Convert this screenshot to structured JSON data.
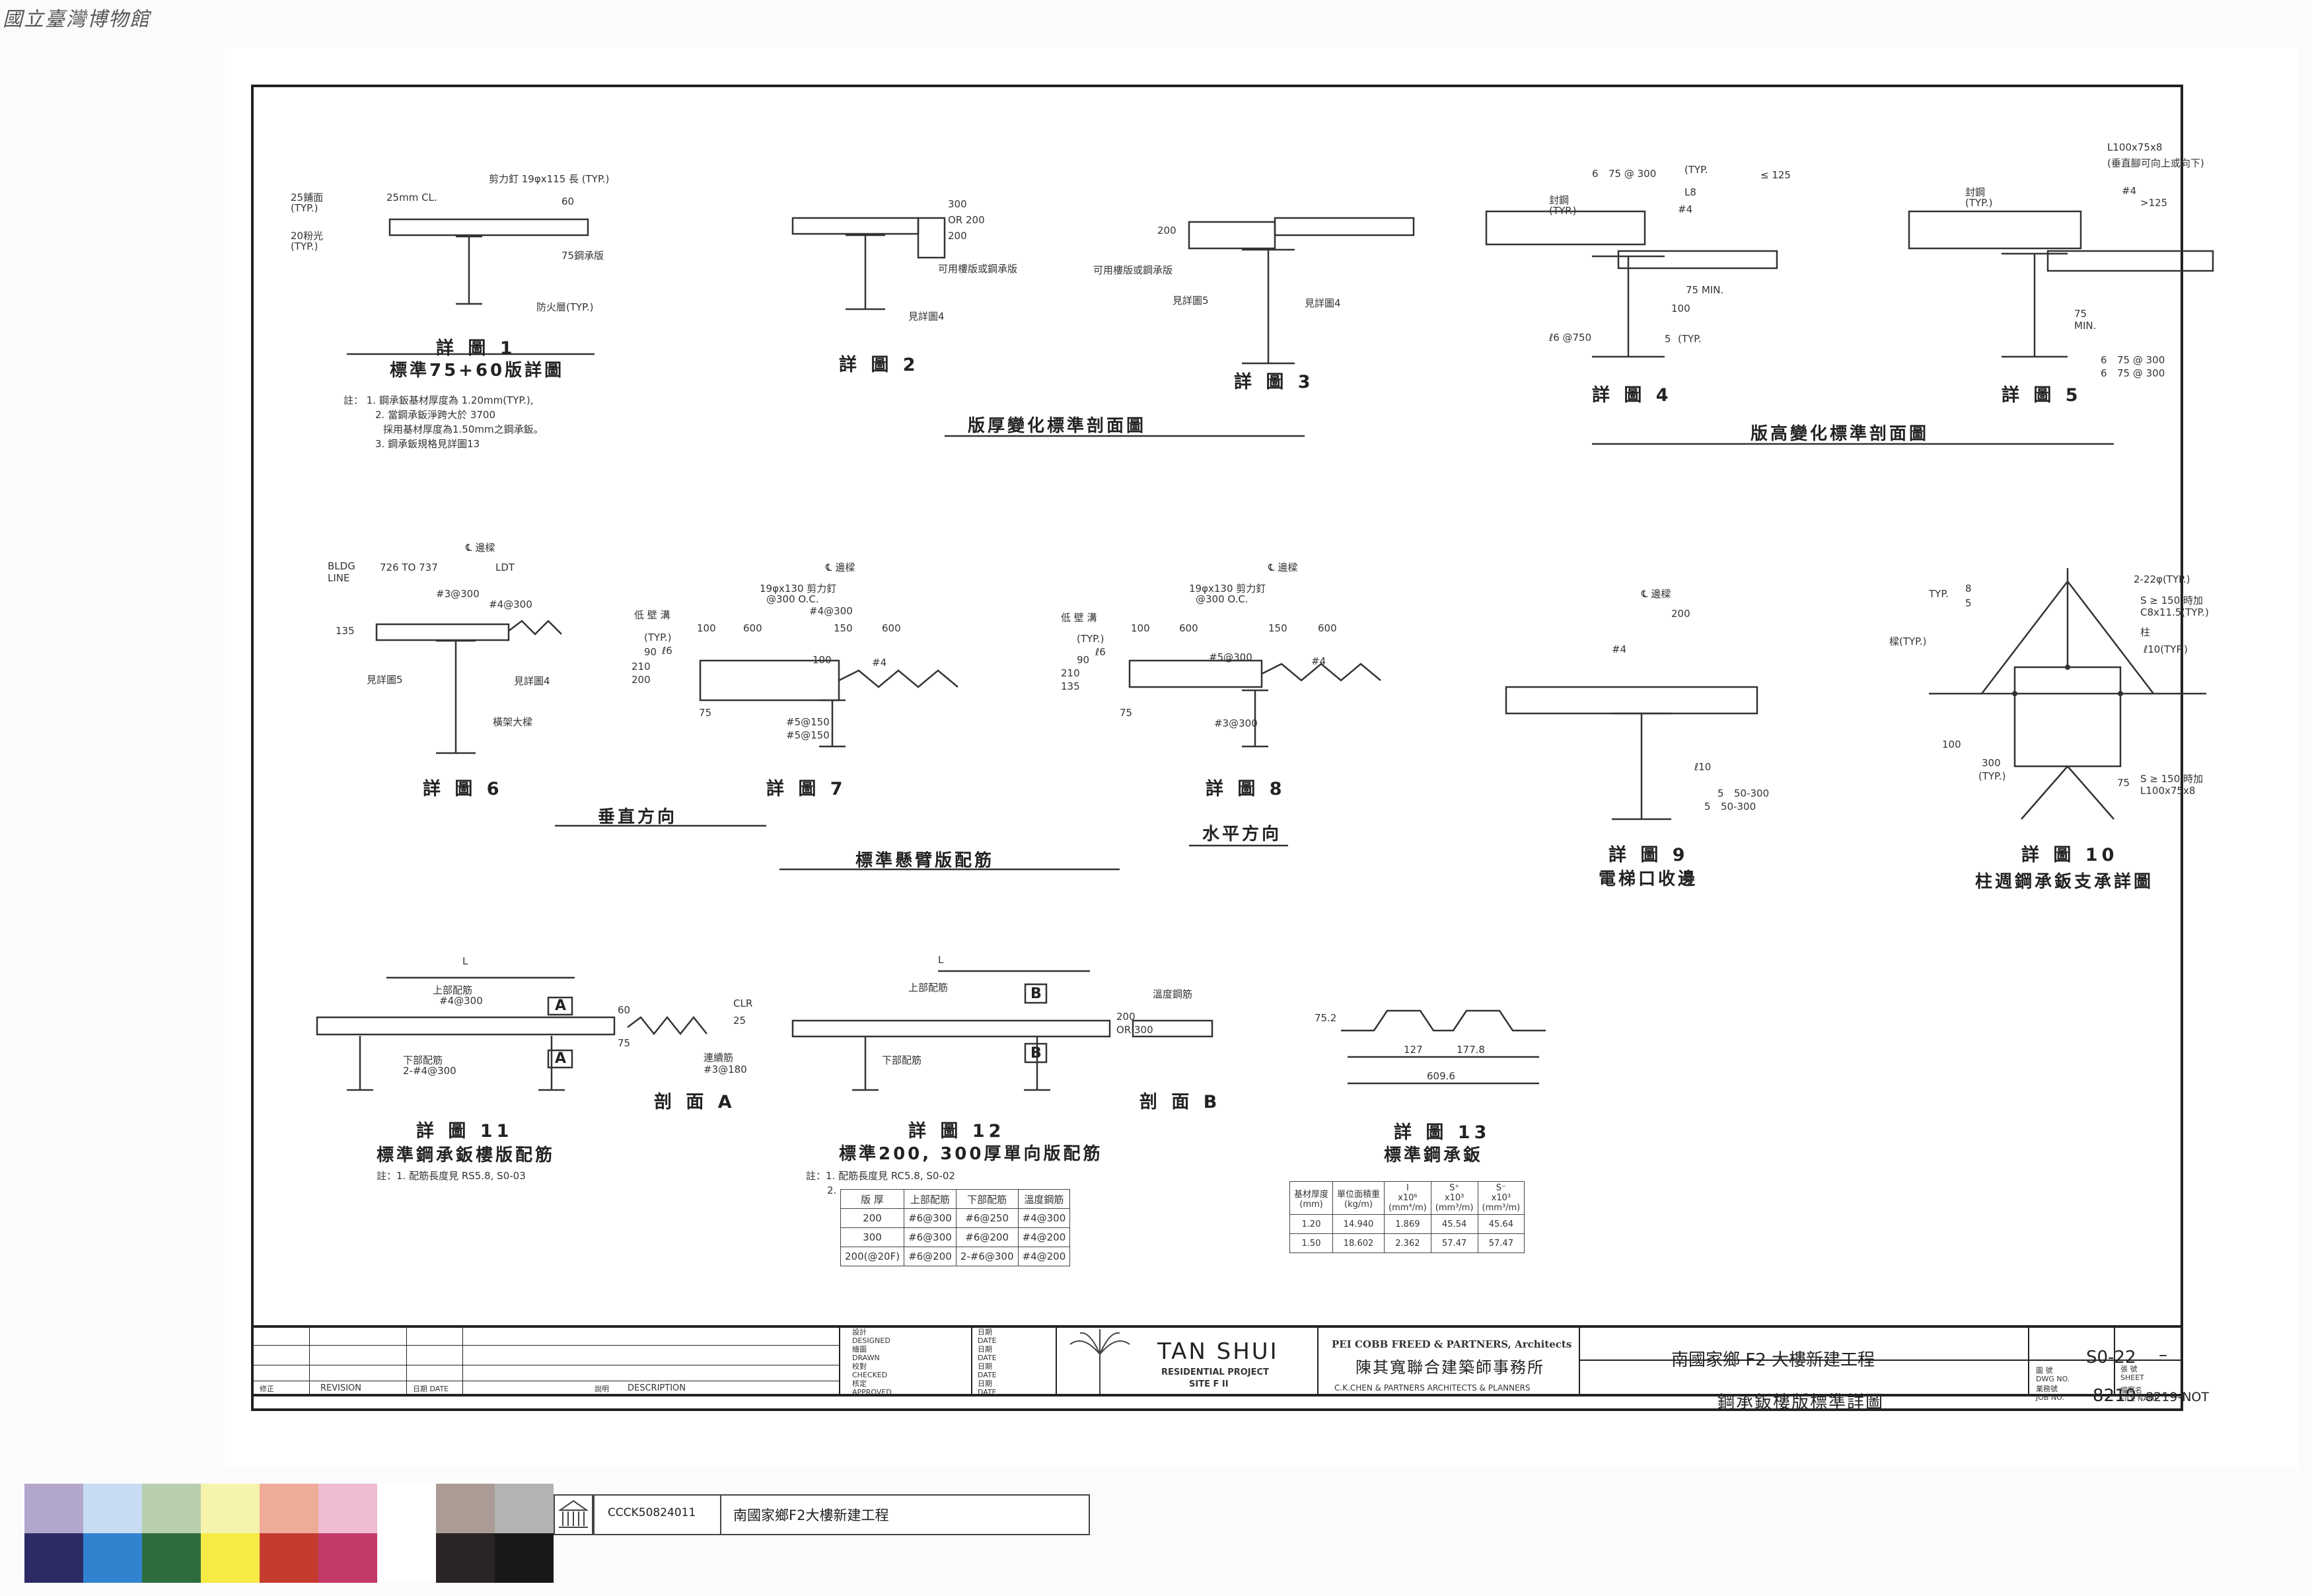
{
  "watermark": "國立臺灣博物館",
  "details": {
    "d1": {
      "cap": "詳 圖 1",
      "sub": "標準75+60版詳圖",
      "labels": [
        "25鋪面",
        "(TYP.)",
        "25mm CL.",
        "剪力釘 19φx115 長 (TYP.)",
        "60",
        "20粉光",
        "(TYP.)",
        "75鋼承版",
        "防火層(TYP.)"
      ]
    },
    "d2": {
      "cap": "詳 圖 2",
      "labels": [
        "300",
        "OR 200",
        "200",
        "可用樓版或鋼承版",
        "見詳圖4"
      ]
    },
    "d3": {
      "cap": "詳 圖 3",
      "labels": [
        "200",
        "可用樓版或鋼承版",
        "見詳圖5",
        "見詳圖4"
      ]
    },
    "d4": {
      "cap": "詳 圖 4",
      "labels": [
        "6",
        "75 @ 300",
        "(TYP.",
        "≤ 125",
        "封鋼",
        "(TYP.)",
        "L8",
        "#4",
        "75 MIN.",
        "100",
        "ℓ6 @750",
        "5",
        "(TYP."
      ]
    },
    "d5": {
      "cap": "詳 圖 5",
      "labels": [
        "L100x75x8",
        "(垂直腳可向上或向下)",
        "封鋼",
        "(TYP.)",
        "#4",
        ">125",
        "75",
        "MIN.",
        "6",
        "75 @ 300",
        "6",
        "75 @ 300"
      ]
    },
    "d6": {
      "cap": "詳 圖 6",
      "labels": [
        "BLDG",
        "LINE",
        "726 TO 737",
        "LDT",
        "℄ 邊樑",
        "#3@300",
        "#4@300",
        "135",
        "見詳圖5",
        "見詳圖4",
        "橫架大樑"
      ]
    },
    "d7": {
      "cap": "詳 圖 7",
      "labels": [
        "℄ 邊樑",
        "19φx130 剪力釘",
        "@300 O.C.",
        "#4@300",
        "100",
        "600",
        "150",
        "600",
        "200",
        "210",
        "90",
        "低 壁 溝",
        "(TYP.)",
        "ℓ6",
        "#4",
        "#5@150",
        "#5@150",
        "100",
        "75"
      ]
    },
    "d8": {
      "cap": "詳 圖 8",
      "labels": [
        "℄ 邊樑",
        "19φx130 剪力釘",
        "@300 O.C.",
        "100",
        "600",
        "150",
        "600",
        "#5@300",
        "#4",
        "ℓ6",
        "135",
        "210",
        "90",
        "低 壁 溝",
        "(TYP.)",
        "#3@300",
        "75"
      ]
    },
    "d9": {
      "cap": "詳 圖 9",
      "sub": "電梯口收邊",
      "labels": [
        "℄ 邊樑",
        "200",
        "#4",
        "ℓ10",
        "5",
        "50-300",
        "5",
        "50-300"
      ]
    },
    "d10": {
      "cap": "詳 圖 10",
      "sub": "柱週鋼承鈑支承詳圖",
      "labels": [
        "TYP.",
        "8",
        "5",
        "2-22φ(TYP.)",
        "S ≥ 150 時加",
        "C8x11.5(TYP.)",
        "柱",
        "ℓ10(TYP.)",
        "樑(TYP.)",
        "100",
        "300",
        "(TYP.)",
        "75",
        "S ≥ 150 時加",
        "L100x75x8"
      ]
    },
    "d11": {
      "cap": "詳 圖 11",
      "sub": "標準鋼承鈑樓版配筋",
      "labels": [
        "L",
        "上部配筋",
        "#4@300",
        "A",
        "下部配筋",
        "2-#4@300",
        "A",
        "75",
        "60"
      ]
    },
    "secA": {
      "cap": "剖 面 A",
      "labels": [
        "CLR",
        "25",
        "連續筋",
        "#3@180"
      ]
    },
    "d12": {
      "cap": "詳 圖 12",
      "sub": "標準200, 300厚單向版配筋",
      "labels": [
        "L",
        "上部配筋",
        "B",
        "下部配筋",
        "B"
      ]
    },
    "secB": {
      "cap": "剖 面 B",
      "labels": [
        "溫度鋼筋",
        "200",
        "OR 300"
      ]
    },
    "d13": {
      "cap": "詳 圖 13",
      "sub": "標準鋼承鈑",
      "labels": [
        "75.2",
        "127",
        "177.8",
        "609.6"
      ]
    }
  },
  "group_titles": {
    "slab_thickness": "版厚變化標準剖面圖",
    "slab_height": "版高變化標準剖面圖",
    "vertical": "垂直方向",
    "horizontal": "水平方向",
    "cantilever": "標準懸臂版配筋"
  },
  "notes": {
    "d1": [
      "註： 1. 鋼承鈑基材厚度為 1.20mm(TYP.),",
      "2. 當鋼承鈑淨跨大於 3700",
      "採用基材厚度為1.50mm之鋼承鈑。",
      "3. 鋼承鈑規格見詳圖13"
    ],
    "d11": [
      "註：1. 配筋長度見 RS5.8, S0-03"
    ],
    "d12": [
      "註：1. 配筋長度見 RC5.8, S0-02",
      "2."
    ]
  },
  "table12": {
    "header": [
      "版 厚",
      "上部配筋",
      "下部配筋",
      "溫度鋼筋"
    ],
    "rows": [
      [
        "200",
        "#6@300",
        "#6@250",
        "#4@300"
      ],
      [
        "300",
        "#6@300",
        "#6@200",
        "#4@200"
      ],
      [
        "200(@20F)",
        "#6@200",
        "2-#6@300",
        "#4@200"
      ]
    ]
  },
  "table13": {
    "header": [
      "基材厚度\n(mm)",
      "單位面積重\n(kg/m)",
      "I\nx10⁶\n(mm⁴/m)",
      "S⁺\nx10³\n(mm³/m)",
      "S⁻\nx10³\n(mm³/m)"
    ],
    "rows": [
      [
        "1.20",
        "14.940",
        "1.869",
        "45.54",
        "45.64"
      ],
      [
        "1.50",
        "18.602",
        "2.362",
        "57.47",
        "57.47"
      ]
    ]
  },
  "title_block": {
    "rev_left": [
      "修正",
      "REVISION",
      "日期 DATE",
      "說明",
      "DESCRIPTION"
    ],
    "signoff": [
      [
        "設計",
        "DESIGNED",
        "日期",
        "DATE"
      ],
      [
        "繪圖",
        "DRAWN",
        "日期",
        "DATE"
      ],
      [
        "校對",
        "CHECKED",
        "日期",
        "DATE"
      ],
      [
        "核定",
        "APPROVED",
        "日期",
        "DATE"
      ]
    ],
    "logo_name": "TAN SHUI",
    "logo_sub1": "RESIDENTIAL PROJECT",
    "logo_sub2": "SITE F II",
    "firm_en": "PEI COBB FREED & PARTNERS, Architects",
    "firm_zh": "陳其寬聯合建築師事務所",
    "firm_en2": "C.K.CHEN & PARTNERS ARCHITECTS & PLANNERS",
    "project": "南國家鄉 F2 大樓新建工程",
    "drawing_title": "鋼承鈑樓版標準詳圖",
    "dwg_label_zh": "圖 號",
    "dwg_label_en": "DWG NO.",
    "dwg_no": "S0-22",
    "sheet_label_zh": "張 號",
    "sheet_label_en": "SHEET",
    "sheet_no": "–",
    "job_label_zh": "業務號",
    "job_label_en": "JOB NO.",
    "job_no": "8219",
    "file_label_zh": "檔案名",
    "file_label_en": "FILE NAME",
    "file_name": "8219-NOT"
  },
  "archive": {
    "id": "CCCK50824011",
    "title": "南國家鄉F2大樓新建工程"
  },
  "colors": {
    "top": [
      "#b2a6cc",
      "#c7dcf2",
      "#b7ceaf",
      "#f6f3ad",
      "#eeab98",
      "#efbcd2",
      "#ffffff",
      "#aa9c94",
      "#b3b3b3"
    ],
    "bottom": [
      "#2d2b63",
      "#3183cf",
      "#2f6c3d",
      "#f8ea46",
      "#c63b30",
      "#c23b69",
      "#ffffff",
      "#2a2424",
      "#181818"
    ]
  }
}
